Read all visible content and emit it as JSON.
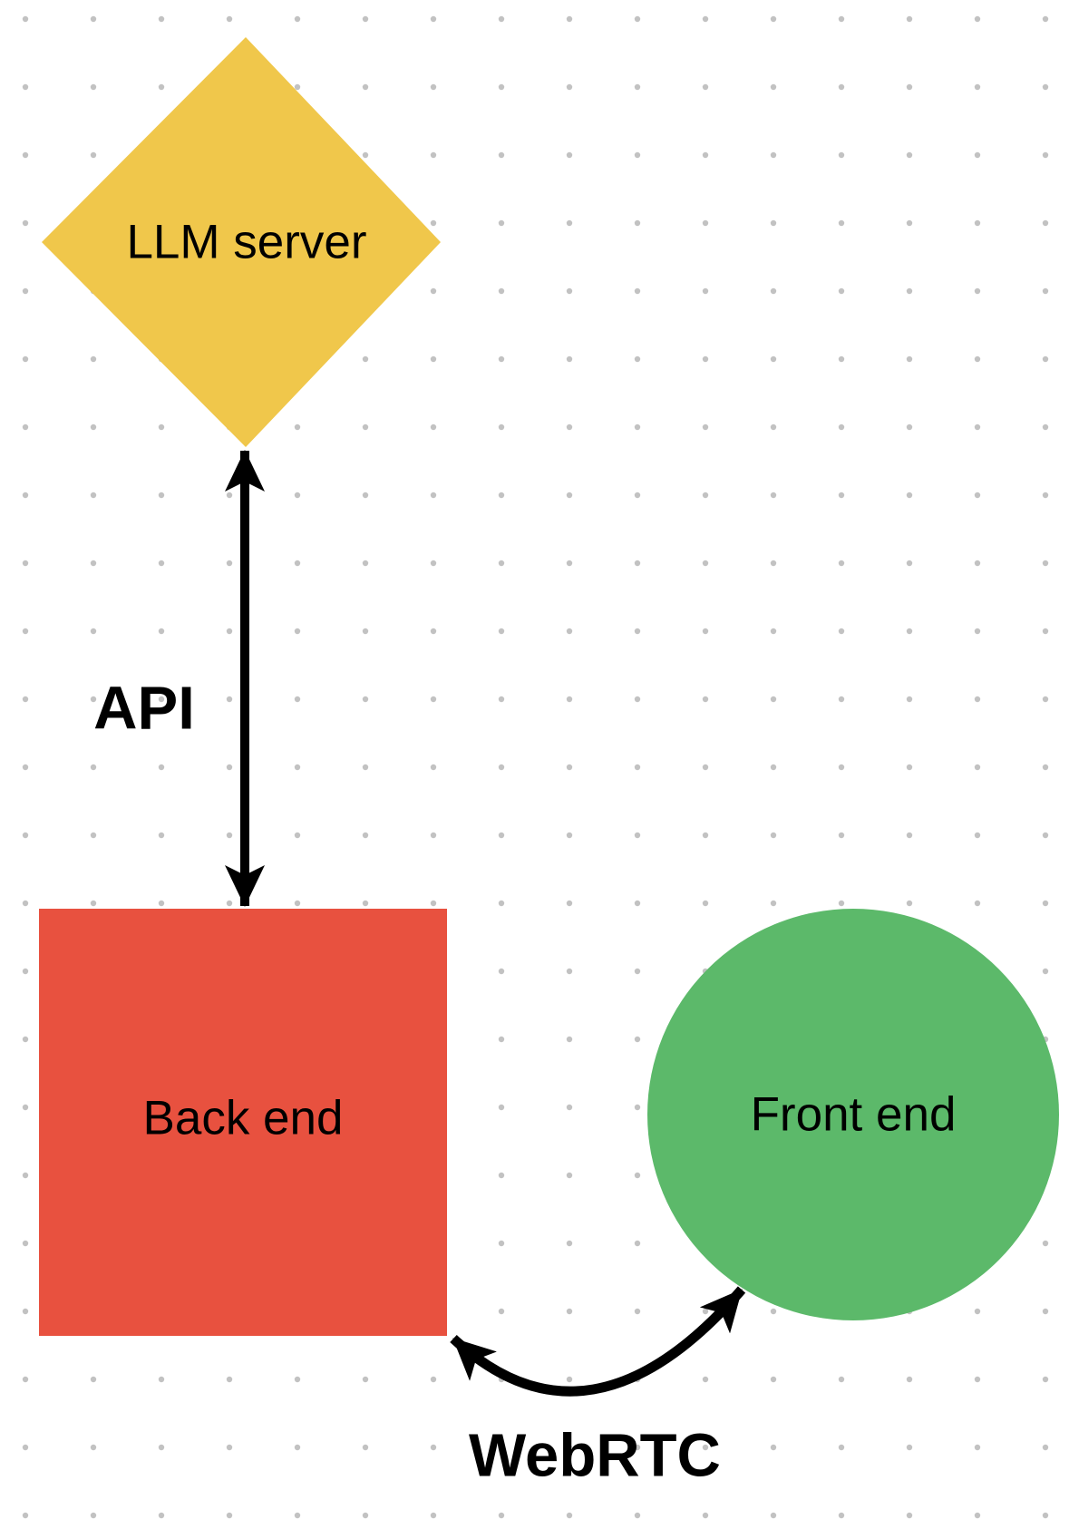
{
  "canvas": {
    "background_color": "#ffffff",
    "grid": "dot-grid",
    "dot_color": "#c2c2c2"
  },
  "colors": {
    "diamond": "#F0C74B",
    "square": "#E8513F",
    "circle": "#5CB96A",
    "arrow": "#000000",
    "text": "#000000"
  },
  "nodes": {
    "llm_server": {
      "label": "LLM server",
      "shape": "diamond"
    },
    "back_end": {
      "label": "Back end",
      "shape": "square"
    },
    "front_end": {
      "label": "Front end",
      "shape": "circle"
    }
  },
  "edges": {
    "api": {
      "label": "API",
      "type": "straight double-headed arrow",
      "connects": [
        "LLM server",
        "Back end"
      ]
    },
    "webrtc": {
      "label": "WebRTC",
      "type": "curved double-headed arrow",
      "connects": [
        "Back end",
        "Front end"
      ]
    }
  }
}
